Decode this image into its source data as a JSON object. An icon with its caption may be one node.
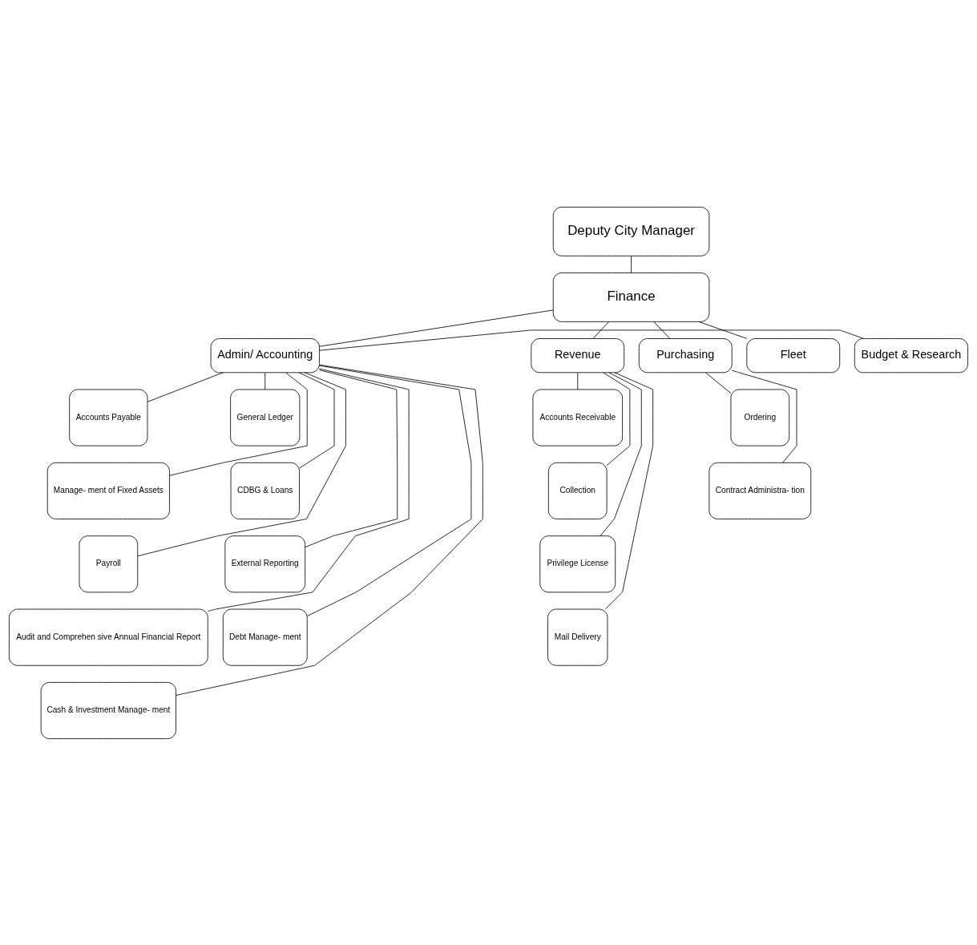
{
  "diagram": {
    "nodes": [
      {
        "text": [
          "Deputy City Manager"
        ]
      },
      {
        "text": [
          "Finance"
        ]
      },
      {
        "text": [
          "Budget & Research"
        ]
      },
      {
        "text": [
          "Admin/ Accounting"
        ]
      },
      {
        "text": [
          "Revenue"
        ]
      },
      {
        "text": [
          "Purchasing"
        ]
      },
      {
        "text": [
          "Fleet"
        ]
      },
      {
        "text": [
          "Accounts Payable"
        ]
      },
      {
        "text": [
          "General Ledger"
        ]
      },
      {
        "text": [
          "Manage- ment of Fixed Assets"
        ]
      },
      {
        "text": [
          "CDBG & Loans"
        ]
      },
      {
        "text": [
          "Payroll"
        ]
      },
      {
        "text": [
          "External Reporting"
        ]
      },
      {
        "text": [
          "Audit and Comprehen sive Annual Financial Report"
        ]
      },
      {
        "text": [
          "Debt Manage- ment"
        ]
      },
      {
        "text": [
          "Cash & Investment Manage- ment"
        ]
      },
      {
        "text": [
          "Accounts Receivable"
        ]
      },
      {
        "text": [
          "Collection"
        ]
      },
      {
        "text": [
          "Privilege License"
        ]
      },
      {
        "text": [
          "Mail Delivery"
        ]
      },
      {
        "text": [
          "Ordering"
        ]
      },
      {
        "text": [
          "Contract Administra- tion"
        ]
      }
    ],
    "edges": [
      {
        "from": 0,
        "to": 1,
        "arrow": "none"
      },
      {
        "from": 1,
        "to": 3,
        "arrow": "none"
      },
      {
        "from": 1,
        "to": 4,
        "arrow": "none"
      },
      {
        "from": 1,
        "to": 5,
        "arrow": "none"
      },
      {
        "from": 1,
        "to": 6,
        "arrow": "none"
      },
      {
        "from": 2,
        "to": 3,
        "arrow": "none"
      },
      {
        "from": 3,
        "to": 7,
        "arrow": "none"
      },
      {
        "from": 3,
        "to": 8,
        "arrow": "none"
      },
      {
        "from": 3,
        "to": 9,
        "arrow": "none"
      },
      {
        "from": 3,
        "to": 10,
        "arrow": "none"
      },
      {
        "from": 3,
        "to": 11,
        "arrow": "none"
      },
      {
        "from": 3,
        "to": 12,
        "arrow": "none"
      },
      {
        "from": 3,
        "to": 13,
        "arrow": "none"
      },
      {
        "from": 3,
        "to": 14,
        "arrow": "none"
      },
      {
        "from": 3,
        "to": 15,
        "arrow": "none"
      },
      {
        "from": 4,
        "to": 16,
        "arrow": "none"
      },
      {
        "from": 4,
        "to": 17,
        "arrow": "none"
      },
      {
        "from": 4,
        "to": 18,
        "arrow": "none"
      },
      {
        "from": 4,
        "to": 19,
        "arrow": "none"
      },
      {
        "from": 5,
        "to": 20,
        "arrow": "none"
      },
      {
        "from": 5,
        "to": 21,
        "arrow": "none"
      }
    ]
  }
}
